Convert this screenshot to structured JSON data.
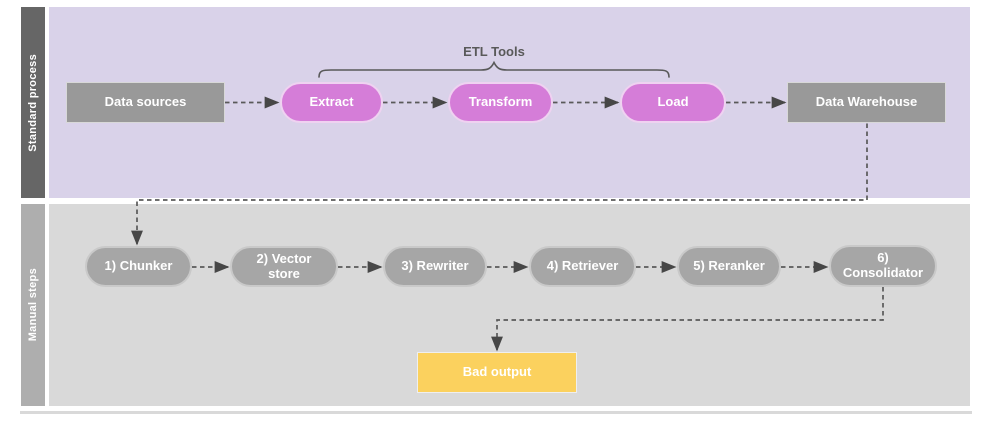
{
  "diagram": {
    "lanes": [
      {
        "label": "Standard process"
      },
      {
        "label": "Manual steps"
      }
    ],
    "annotations": {
      "etl_tools": "ETL Tools"
    },
    "nodes": {
      "data_sources": "Data sources",
      "extract": "Extract",
      "transform": "Transform",
      "load": "Load",
      "data_warehouse": "Data Warehouse",
      "chunker": "1) Chunker",
      "vector_store": "2) Vector\nstore",
      "rewriter": "3) Rewriter",
      "retriever": "4) Retriever",
      "reranker": "5) Reranker",
      "consolidator": "6)\nConsolidator",
      "bad_output": "Bad output"
    },
    "edges": [
      {
        "from": "data_sources",
        "to": "extract",
        "style": "dashed-arrow"
      },
      {
        "from": "extract",
        "to": "transform",
        "style": "dashed-arrow"
      },
      {
        "from": "transform",
        "to": "load",
        "style": "dashed-arrow"
      },
      {
        "from": "load",
        "to": "data_warehouse",
        "style": "dashed-arrow"
      },
      {
        "from": "data_warehouse",
        "to": "chunker",
        "style": "dashed-arrow"
      },
      {
        "from": "chunker",
        "to": "vector_store",
        "style": "dashed-arrow"
      },
      {
        "from": "vector_store",
        "to": "rewriter",
        "style": "dashed-arrow"
      },
      {
        "from": "rewriter",
        "to": "retriever",
        "style": "dashed-arrow"
      },
      {
        "from": "retriever",
        "to": "reranker",
        "style": "dashed-arrow"
      },
      {
        "from": "reranker",
        "to": "consolidator",
        "style": "dashed-arrow"
      },
      {
        "from": "consolidator",
        "to": "bad_output",
        "style": "dashed-arrow"
      }
    ],
    "brace_covers": [
      "extract",
      "transform",
      "load"
    ],
    "colors": {
      "standard_lane_bg": "#d9d2e9",
      "standard_lane_label_bg": "#666666",
      "manual_lane_bg": "#d9d9d9",
      "manual_lane_label_bg": "#aeaeae",
      "etl_pill_fill": "#d57dd8",
      "gray_box_fill": "#999999",
      "manual_pill_fill": "#a6a6a6",
      "bad_output_fill": "#fbd15e",
      "connector": "#595959",
      "annotation_text": "#595959",
      "node_text": "#ffffff"
    }
  }
}
